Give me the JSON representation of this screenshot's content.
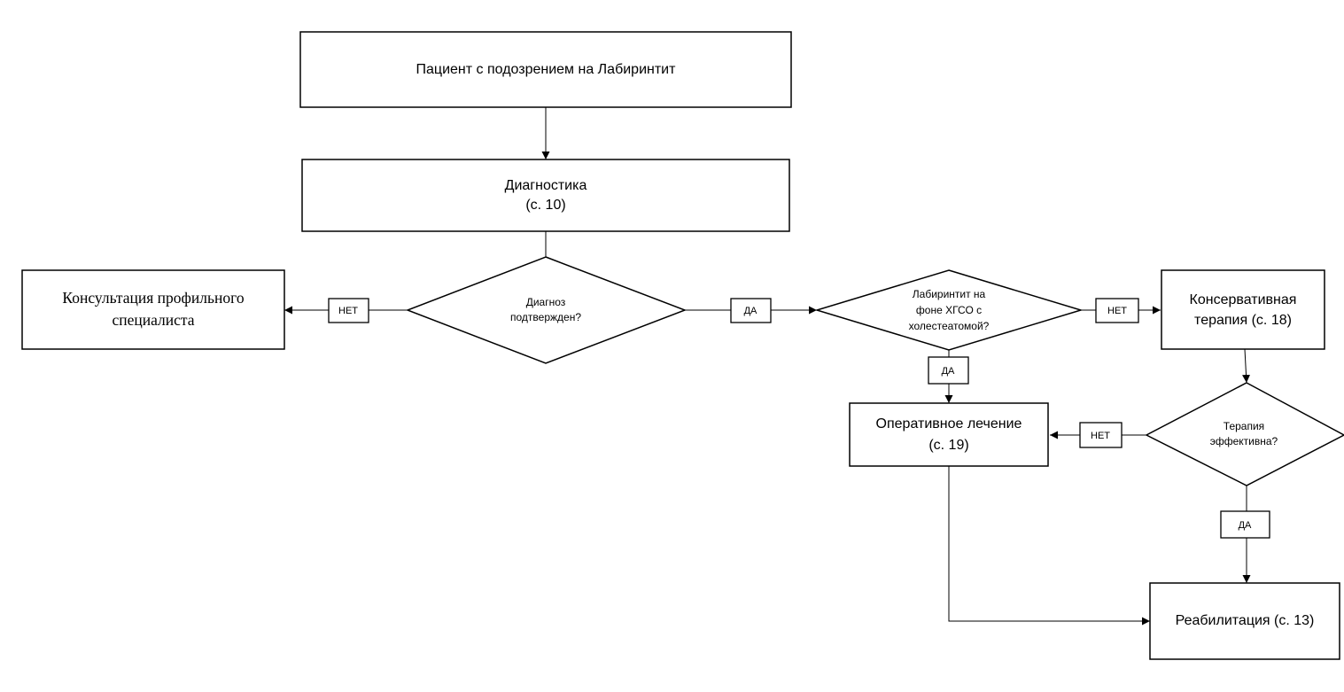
{
  "nodes": {
    "patient": {
      "lines": [
        "Пациент с подозрением на Лабиринтит"
      ]
    },
    "diagnostics": {
      "lines": [
        "Диагностика",
        "(с. 10)"
      ]
    },
    "diagnosis_confirmed": {
      "lines": [
        "Диагноз",
        "подтвержден?"
      ]
    },
    "specialist_consultation": {
      "lines": [
        "Консультация профильного",
        "специалиста"
      ]
    },
    "cholesteatoma": {
      "lines": [
        "Лабиринтит  на",
        "фоне ХГСО с",
        "холестеатомой?"
      ]
    },
    "conservative_therapy": {
      "lines": [
        "Консервативная",
        "терапия (с. 18)"
      ]
    },
    "surgical_treatment": {
      "lines": [
        "Оперативное лечение",
        "(с. 19)"
      ]
    },
    "therapy_effective": {
      "lines": [
        "Терапия",
        "эффективна?"
      ]
    },
    "rehabilitation": {
      "lines": [
        "Реабилитация (с. 13)"
      ]
    }
  },
  "edge_labels": {
    "no": "НЕТ",
    "yes": "ДА"
  }
}
